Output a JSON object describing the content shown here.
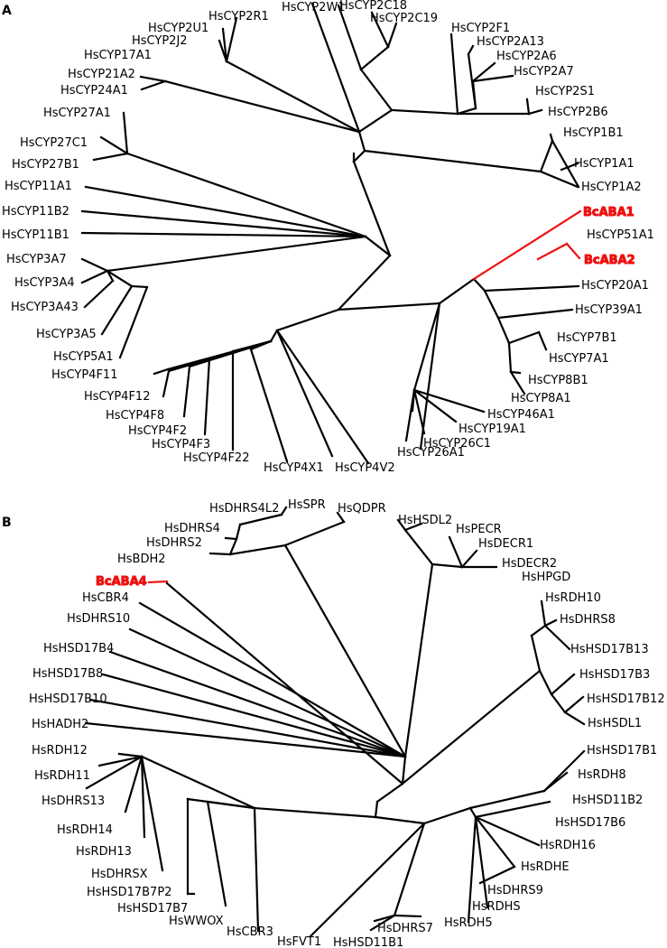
{
  "panels": [
    {
      "id": "A",
      "label": "A",
      "leaves": [
        "HsCYP2W1",
        "HsCYP2C18",
        "HsCYP2R1",
        "HsCYP2C19",
        "HsCYP2U1",
        "HsCYP2F1",
        "HsCYP2J2",
        "HsCYP2A13",
        "HsCYP17A1",
        "HsCYP2A6",
        "HsCYP21A2",
        "HsCYP2A7",
        "HsCYP24A1",
        "HsCYP2S1",
        "HsCYP2B6",
        "HsCYP27A1",
        "HsCYP1B1",
        "HsCYP27C1",
        "HsCYP1A1",
        "HsCYP27B1",
        "HsCYP1A2",
        "HsCYP11A1",
        "HsCYP11B2",
        "HsCYP11B1",
        "HsCYP3A7",
        "HsCYP3A4",
        "HsCYP3A43",
        "HsCYP3A5",
        "HsCYP5A1",
        "HsCYP4F11",
        "HsCYP4F12",
        "HsCYP4F8",
        "HsCYP4F2",
        "HsCYP4F3",
        "HsCYP4F22",
        "HsCYP4X1",
        "HsCYP4V2",
        "HsCYP51A1",
        "HsCYP20A1",
        "HsCYP39A1",
        "HsCYP7B1",
        "HsCYP7A1",
        "HsCYP8B1",
        "HsCYP8A1",
        "HsCYP46A1",
        "HsCYP19A1",
        "HsCYP26C1",
        "HsCYP26A1"
      ],
      "highlighted": [
        "BcABA1",
        "BcABA2"
      ]
    },
    {
      "id": "B",
      "label": "B",
      "leaves": [
        "HsDHRS4L2",
        "HsSPR",
        "HsQDPR",
        "HsDHRS4",
        "HsHSDL2",
        "HsPECR",
        "HsDHRS2",
        "HsDECR1",
        "HsBDH2",
        "HsDECR2",
        "HsHPGD",
        "HsCBR4",
        "HsRDH10",
        "HsDHRS10",
        "HsDHRS8",
        "HsHSD17B4",
        "HsHSD17B13",
        "HsHSD17B3",
        "HsHSD17B8",
        "HsHSD17B12",
        "HsHSD17B10",
        "HsHSDL1",
        "HsHADH2",
        "HsHSD17B1",
        "HsRDH12",
        "HsRDH8",
        "HsRDH11",
        "HsHSD11B2",
        "HsDHRS13",
        "HsHSD17B6",
        "HsRDH14",
        "HsRDH16",
        "HsRDH13",
        "HsRDHE",
        "HsDHRSX",
        "HsDHRS9",
        "HsHSD17B7P2",
        "HsRDHS",
        "HsHSD17B7",
        "HsRDH5",
        "HsWWOX",
        "HsCBR3",
        "HsDHRS7",
        "HsFVT1",
        "HsHSD11B1"
      ],
      "highlighted": [
        "BcABA4"
      ]
    }
  ]
}
